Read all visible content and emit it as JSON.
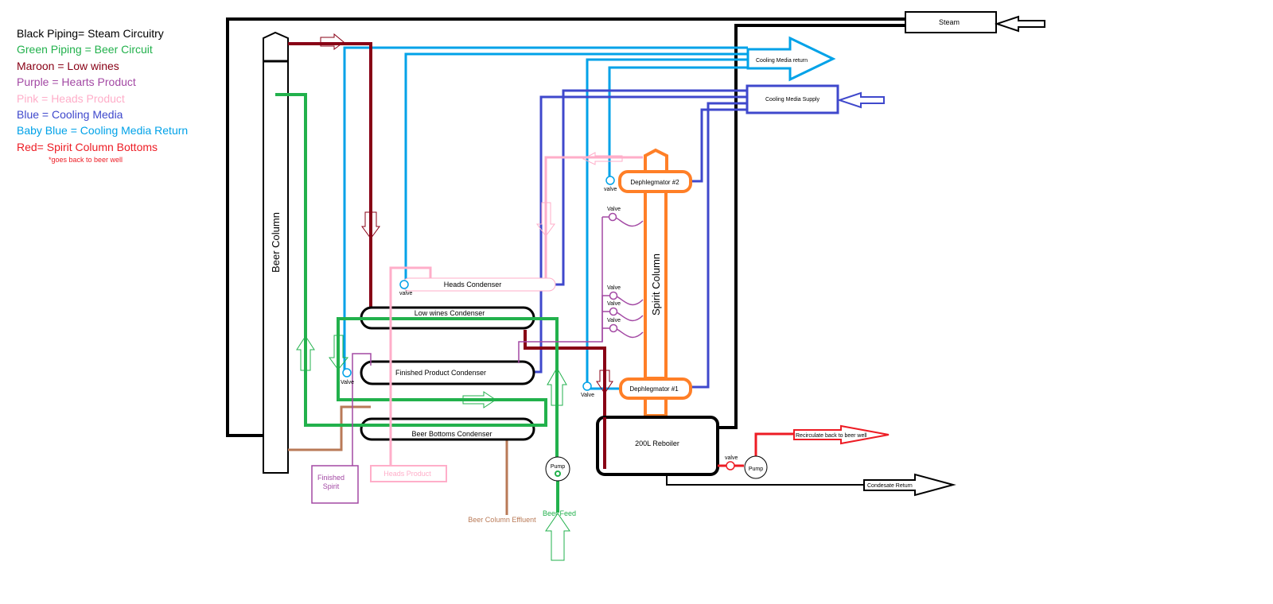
{
  "legend": {
    "items": [
      {
        "text": "Black Piping= Steam Circuitry",
        "color": "#000000"
      },
      {
        "text": "Green Piping =  Beer Circuit",
        "color": "#22b14c"
      },
      {
        "text": "Maroon = Low wines",
        "color": "#880015"
      },
      {
        "text": "Purple = Hearts Product",
        "color": "#a349a4"
      },
      {
        "text": "Pink = Heads Product",
        "color": "#ffaec9"
      },
      {
        "text": "Blue = Cooling Media",
        "color": "#3f48cc"
      },
      {
        "text": "Baby Blue = Cooling Media Return",
        "color": "#00a2e8"
      },
      {
        "text": "Red= Spirit Column Bottoms",
        "color": "#ed1c24"
      }
    ],
    "note": "*goes back to beer well"
  },
  "labels": {
    "steam": "Steam",
    "cooling_return": "Cooling Media return",
    "cooling_supply": "Cooling Media Supply",
    "beer_column": "Beer Column",
    "spirit_column": "Spirit Column",
    "dephlegmator2": "Dephlegmator #2",
    "dephlegmator1": "Dephlegmator #1",
    "heads_condenser": "Heads Condenser",
    "low_wines_condenser": "Low wines Condenser",
    "finished_product_condenser": "Finished Product Condenser",
    "beer_bottoms_condenser": "Beer Bottoms Condenser",
    "reboiler": "200L Reboiler",
    "recirculate": "Recirculate back to beer well",
    "condensate_return": "Condesate Return",
    "finished_spirit_1": "Finished",
    "finished_spirit_2": "Spirit",
    "heads_product": "Heads Product",
    "beer_column_effluent": "Beer Column Effluent",
    "beer_feed": "Beer Feed",
    "pump": "Pump",
    "valve_lower": "valve",
    "valve_upper": "Valve"
  },
  "colors": {
    "steam": "#000000",
    "beer": "#22b14c",
    "low_wines": "#880015",
    "hearts": "#a349a4",
    "heads": "#ffaec9",
    "cooling": "#3f48cc",
    "cooling_return": "#00a2e8",
    "bottoms": "#ed1c24",
    "spirit_column": "#ff7f27",
    "effluent": "#b97a57"
  }
}
